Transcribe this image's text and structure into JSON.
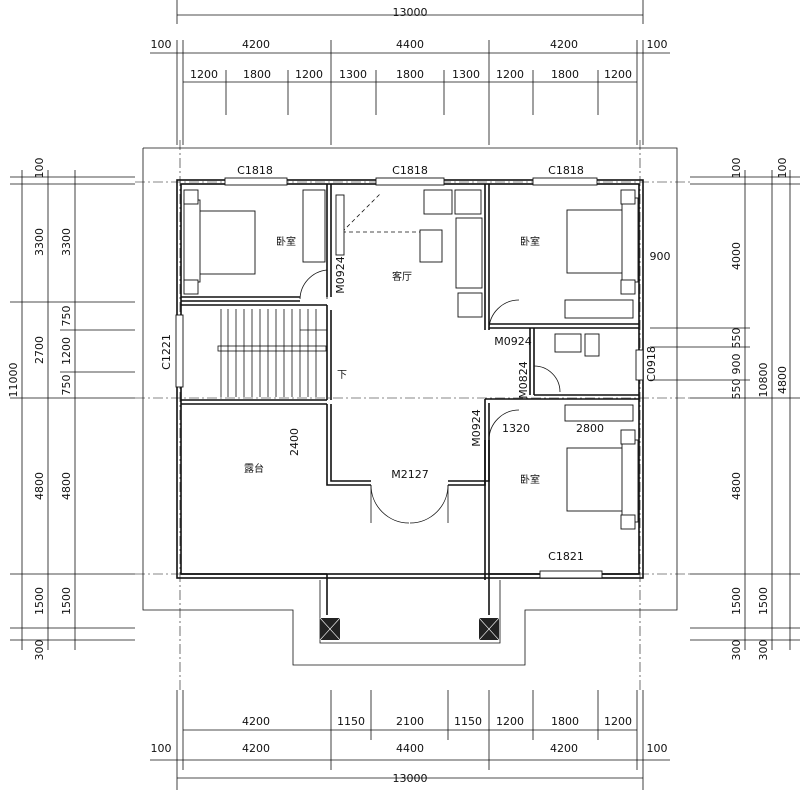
{
  "dims": {
    "top": {
      "overall": "13000",
      "row2": [
        "100",
        "4200",
        "4400",
        "4200",
        "100"
      ],
      "row3": [
        "1200",
        "1800",
        "1200",
        "1300",
        "1800",
        "1300",
        "1200",
        "1800",
        "1200"
      ]
    },
    "bottom": {
      "row1": [
        "4200",
        "1150",
        "2100",
        "1150",
        "1200",
        "1800",
        "1200"
      ],
      "row2": [
        "100",
        "4200",
        "4400",
        "4200",
        "100"
      ],
      "overall": "13000"
    },
    "left": {
      "outer": [
        "100",
        "3300",
        "2700",
        "4800",
        "1500",
        "300"
      ],
      "overall": "11000",
      "inner": [
        "3300",
        "750",
        "1200",
        "750",
        "4800",
        "1500"
      ]
    },
    "right": {
      "inner": [
        "100",
        "4000",
        "550",
        "900",
        "550",
        "4800",
        "1500",
        "300"
      ],
      "overall": "10800",
      "outer": [
        "100",
        "4800",
        "1500",
        "300"
      ]
    },
    "interior": {
      "d900": "900",
      "d2400": "2400",
      "d1320": "1320",
      "d2800": "2800"
    }
  },
  "windows": {
    "c1818": "C1818",
    "c1221": "C1221",
    "c0918": "C0918",
    "c1821": "C1821"
  },
  "doors": {
    "m0924": "M0924",
    "m0824": "M0824",
    "m2127": "M2127"
  },
  "rooms": {
    "bedroom": "卧室",
    "living": "客厅",
    "terrace": "露台",
    "down": "下"
  }
}
